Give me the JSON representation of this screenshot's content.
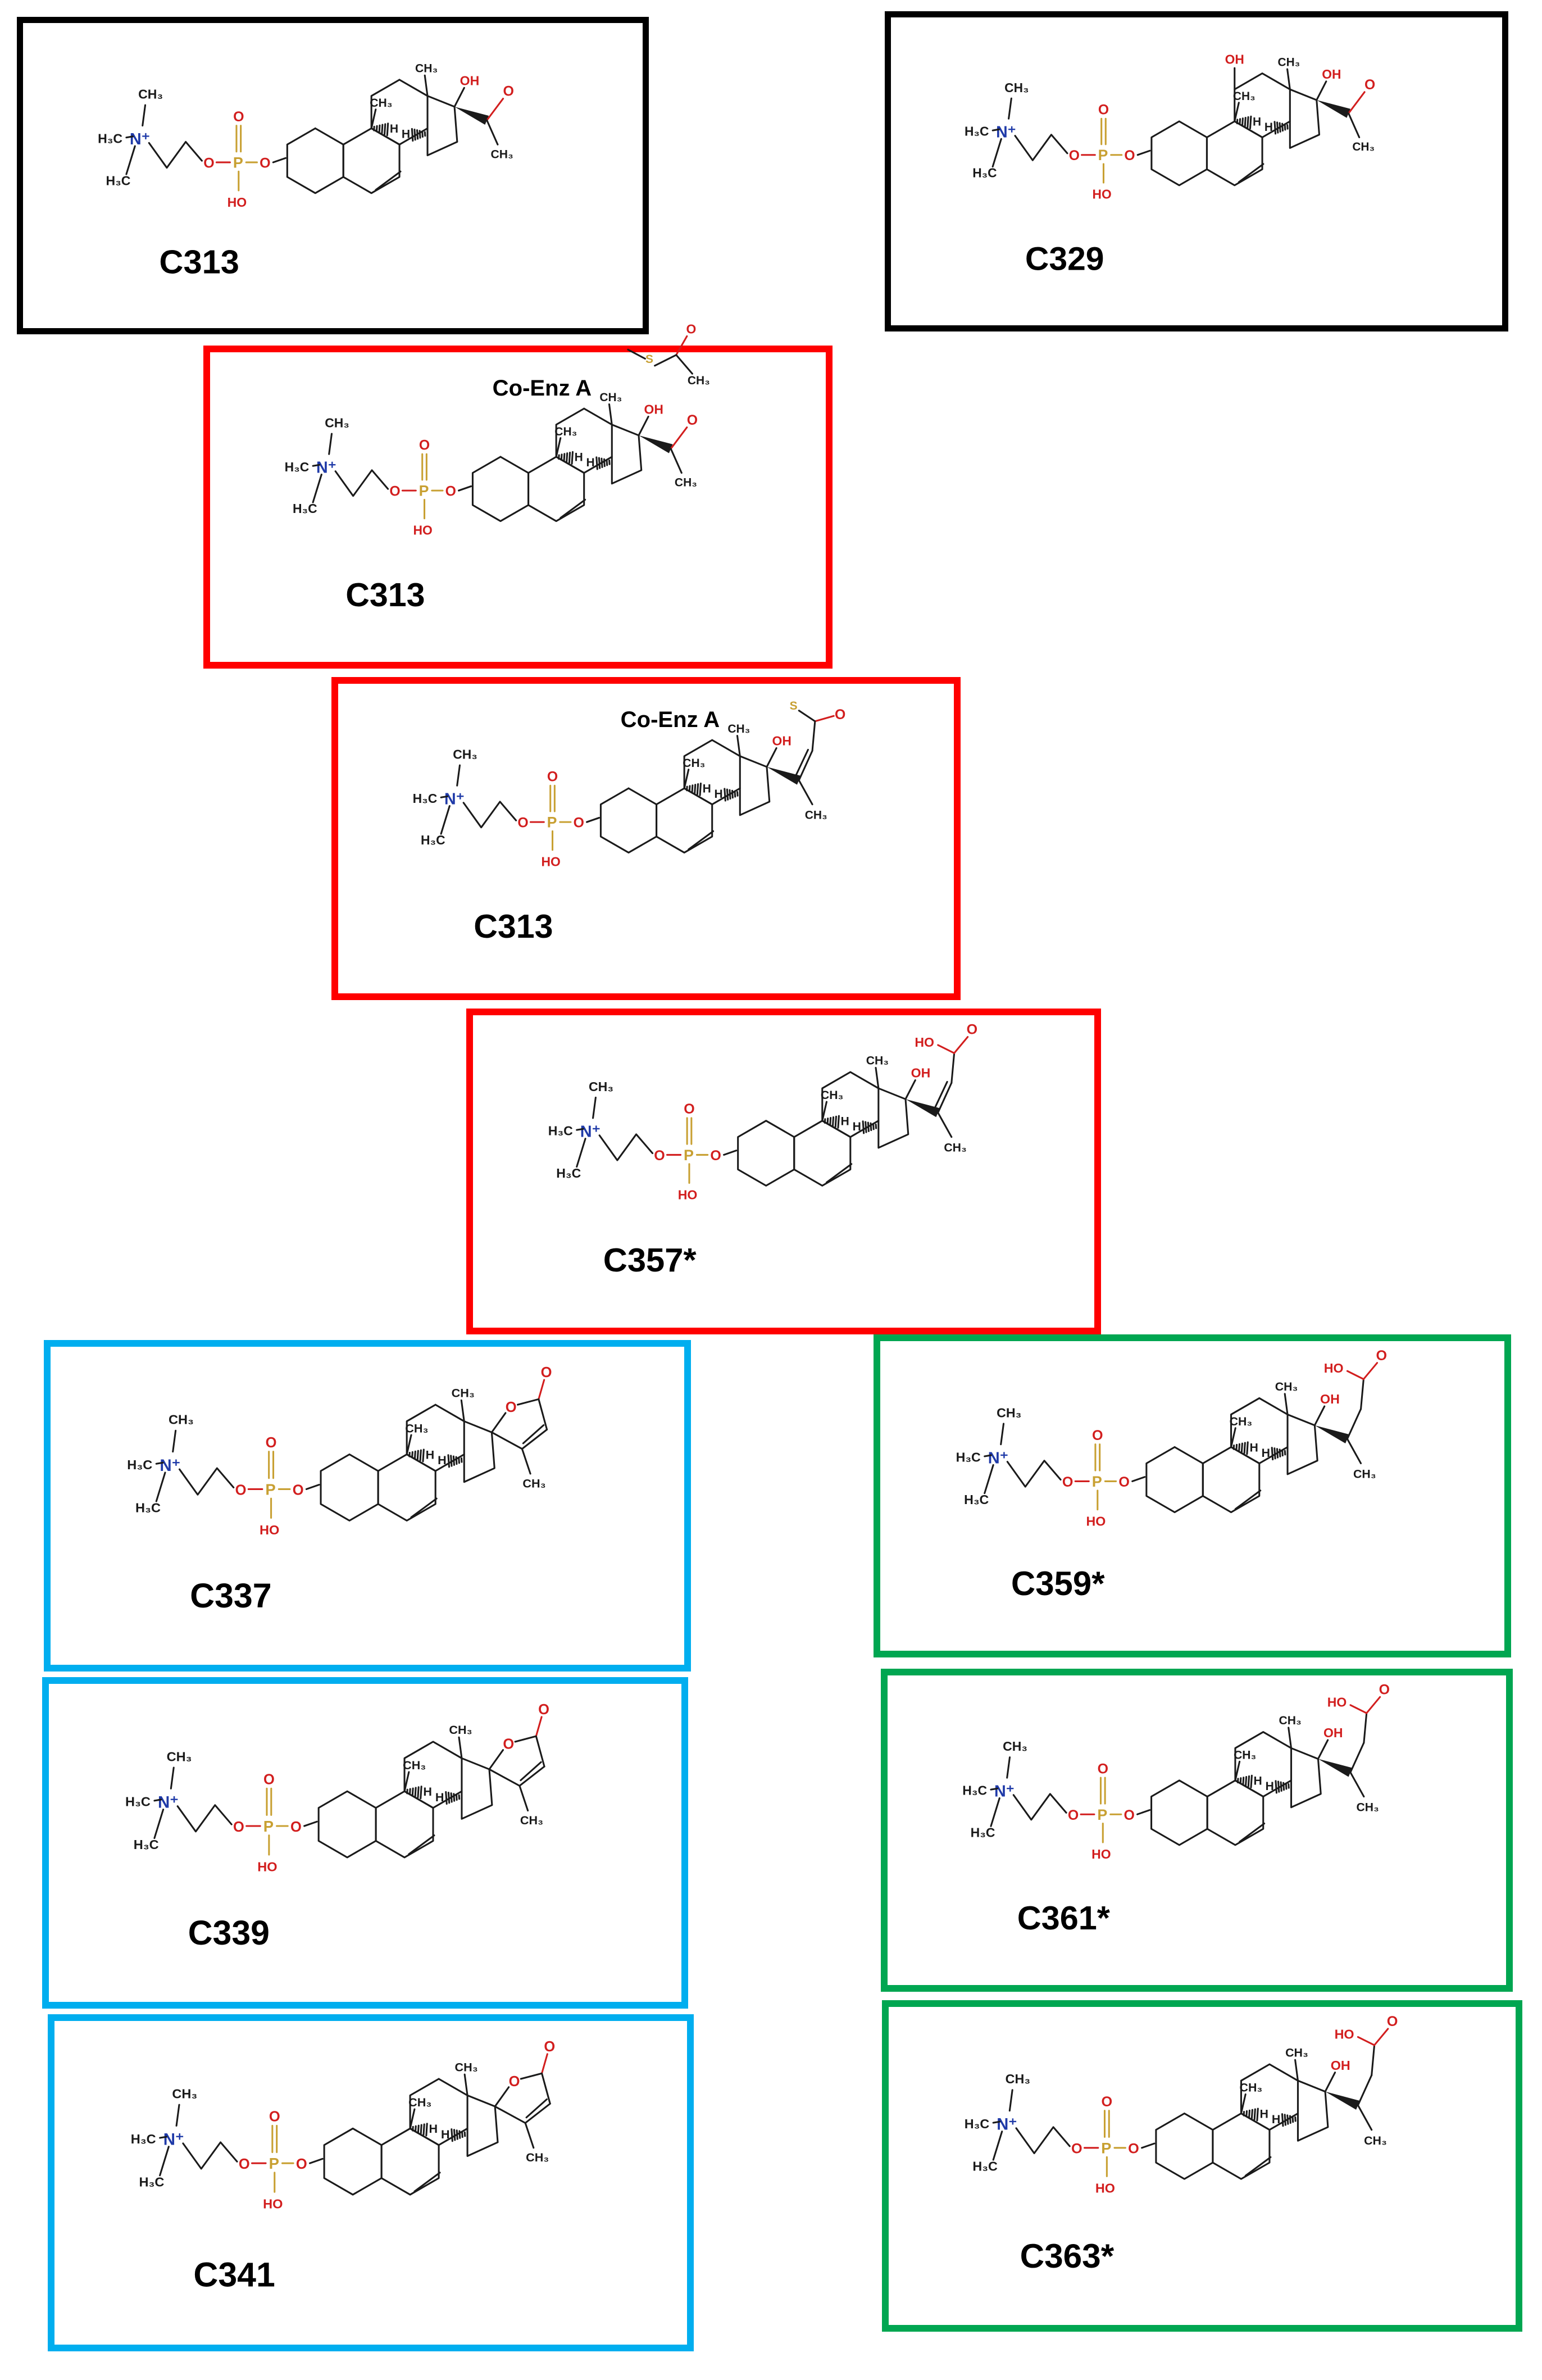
{
  "colors": {
    "black_frame": "#000000",
    "red_frame": "#ff0000",
    "blue_frame": "#00aeef",
    "green_frame": "#00a651"
  },
  "atoms": {
    "h3c": "H₃C",
    "ch3": "CH₃",
    "n_plus": "N⁺",
    "o": "O",
    "p": "P",
    "ho": "HO",
    "oh": "OH",
    "h": "H",
    "s": "S"
  },
  "panels": [
    {
      "id": "C313",
      "frame": "black",
      "variant": "ketone",
      "ring_c11_oh": false,
      "coenz": ""
    },
    {
      "id": "C329",
      "frame": "black",
      "variant": "ketone",
      "ring_c11_oh": true,
      "coenz": ""
    },
    {
      "id": "C313",
      "frame": "red",
      "variant": "ketone_coa",
      "ring_c11_oh": false,
      "coenz": "Co-Enz A"
    },
    {
      "id": "C313",
      "frame": "red",
      "variant": "enoyl_coa",
      "ring_c11_oh": false,
      "coenz": "Co-Enz A"
    },
    {
      "id": "C357*",
      "frame": "red",
      "variant": "enoic_acid",
      "ring_c11_oh": false,
      "coenz": ""
    },
    {
      "id": "C337",
      "frame": "blue",
      "variant": "lactone",
      "ring_c11_oh": false,
      "coenz": ""
    },
    {
      "id": "C359*",
      "frame": "green",
      "variant": "acid",
      "ring_c11_oh": false,
      "coenz": ""
    },
    {
      "id": "C339",
      "frame": "blue",
      "variant": "lactone",
      "ring_c11_oh": false,
      "coenz": ""
    },
    {
      "id": "C361*",
      "frame": "green",
      "variant": "acid",
      "ring_c11_oh": false,
      "coenz": ""
    },
    {
      "id": "C341",
      "frame": "blue",
      "variant": "lactone",
      "ring_c11_oh": false,
      "coenz": ""
    },
    {
      "id": "C363*",
      "frame": "green",
      "variant": "acid",
      "ring_c11_oh": false,
      "coenz": ""
    }
  ]
}
